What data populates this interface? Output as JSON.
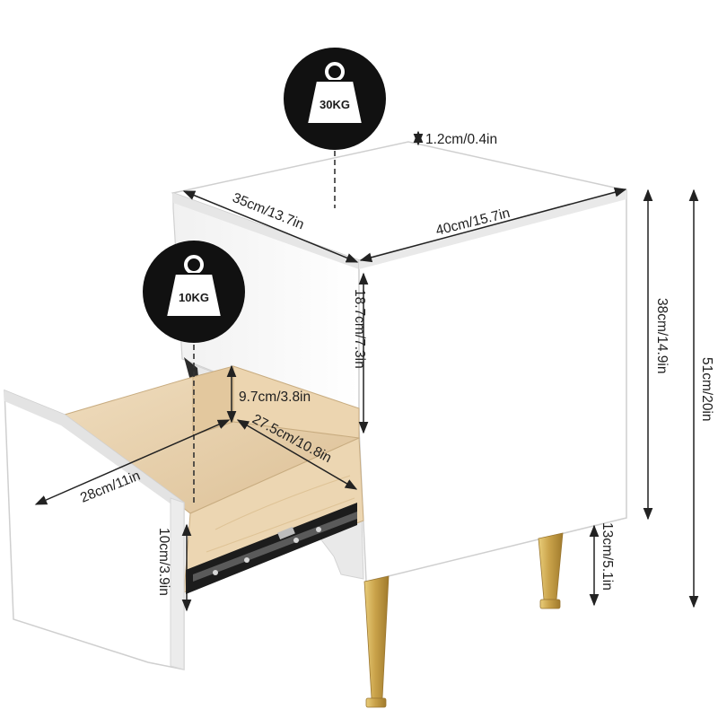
{
  "load_badges": {
    "top": {
      "label": "30KG",
      "icon": "weight-icon"
    },
    "drawer": {
      "label": "10KG",
      "icon": "weight-icon"
    }
  },
  "dimensions": {
    "top_thickness": "1.2cm/0.4in",
    "depth": "35cm/13.7in",
    "width": "40cm/15.7in",
    "upper_section_height": "18.7cm/7.3in",
    "drawer_inner_height": "9.7cm/3.8in",
    "drawer_inner_depth": "27.5cm/10.8in",
    "drawer_outer_depth": "28cm/11in",
    "drawer_front_height": "10cm/3.9in",
    "body_height": "38cm/14.9in",
    "leg_height": "13cm/5.1in",
    "total_height": "51cm/20in"
  },
  "colors": {
    "cabinet": "#ffffff",
    "edge": "#c9c9c9",
    "wood": "#e7cfa9",
    "gold": "#c9a24a",
    "badge": "#111111"
  }
}
